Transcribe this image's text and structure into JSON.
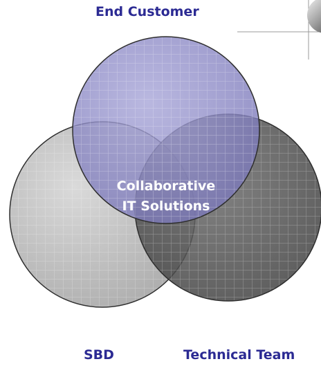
{
  "labels": {
    "top": "End Customer",
    "bottom_left": "SBD",
    "bottom_right": "Technical Team"
  },
  "center": {
    "line1": "Collaborative",
    "line2": "IT Solutions"
  },
  "colors": {
    "label_text": "#2b2a93",
    "center_text": "#ffffff",
    "top_circle_fill": "#8b88c4",
    "left_circle_fill": "#b8b8b8",
    "right_circle_fill": "#5a5a5a",
    "circle_stroke": "#2e2e2e"
  }
}
